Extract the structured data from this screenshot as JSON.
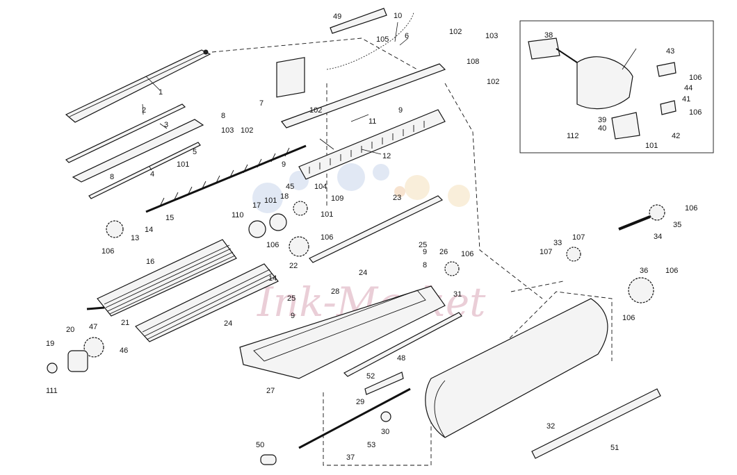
{
  "watermark": "Ink-Market",
  "part_numbers": {
    "p1": "1",
    "p2": "2",
    "p3": "3",
    "p4": "4",
    "p5": "5",
    "p6": "6",
    "p7": "7",
    "p8a": "8",
    "p8b": "8",
    "p8c": "8",
    "p9a": "9",
    "p9b": "9",
    "p9c": "9",
    "p9d": "9",
    "p10": "10",
    "p11": "11",
    "p12": "12",
    "p13": "13",
    "p14a": "14",
    "p14b": "14",
    "p15": "15",
    "p16": "16",
    "p17": "17",
    "p18": "18",
    "p19": "19",
    "p20": "20",
    "p21": "21",
    "p22": "22",
    "p23": "23",
    "p24a": "24",
    "p24b": "24",
    "p25a": "25",
    "p25b": "25",
    "p26": "26",
    "p27": "27",
    "p28": "28",
    "p29": "29",
    "p30": "30",
    "p31": "31",
    "p32": "32",
    "p33": "33",
    "p34": "34",
    "p35": "35",
    "p36": "36",
    "p37": "37",
    "p38": "38",
    "p39": "39",
    "p40": "40",
    "p41": "41",
    "p42": "42",
    "p43": "43",
    "p44": "44",
    "p45": "45",
    "p46": "46",
    "p47": "47",
    "p48": "48",
    "p49": "49",
    "p50": "50",
    "p51": "51",
    "p52": "52",
    "p53": "53",
    "p101a": "101",
    "p101b": "101",
    "p101c": "101",
    "p101d": "101",
    "p102a": "102",
    "p102b": "102",
    "p102c": "102",
    "p102d": "102",
    "p103a": "103",
    "p103b": "103",
    "p104": "104",
    "p105": "105",
    "p106a": "106",
    "p106b": "106",
    "p106c": "106",
    "p106d": "106",
    "p106e": "106",
    "p106f": "106",
    "p106g": "106",
    "p106h": "106",
    "p106i": "106",
    "p107a": "107",
    "p107b": "107",
    "p108": "108",
    "p109": "109",
    "p110": "110",
    "p111": "111",
    "p112": "112"
  }
}
